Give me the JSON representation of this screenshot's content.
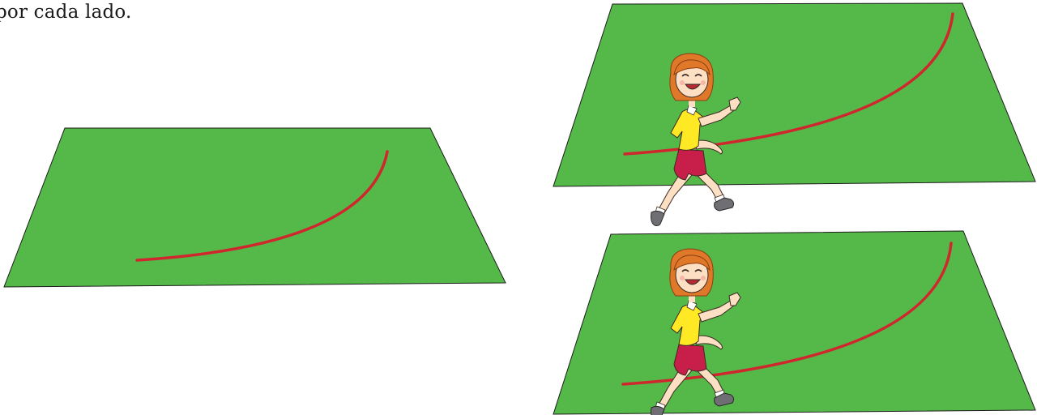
{
  "caption": "por cada lado.",
  "colors": {
    "field": "#55b94a",
    "field_edge": "#1b1b1b",
    "track_line": "#d0262d",
    "hair": "#e0782a",
    "shirt": "#ffe824",
    "shorts": "#c81f4a",
    "skin": "#fde0c4",
    "shoe": "#6f6f73"
  },
  "panels": [
    {
      "name": "field-left",
      "has_runner": false
    },
    {
      "name": "field-top-right",
      "has_runner": true
    },
    {
      "name": "field-bottom-right",
      "has_runner": true
    }
  ]
}
